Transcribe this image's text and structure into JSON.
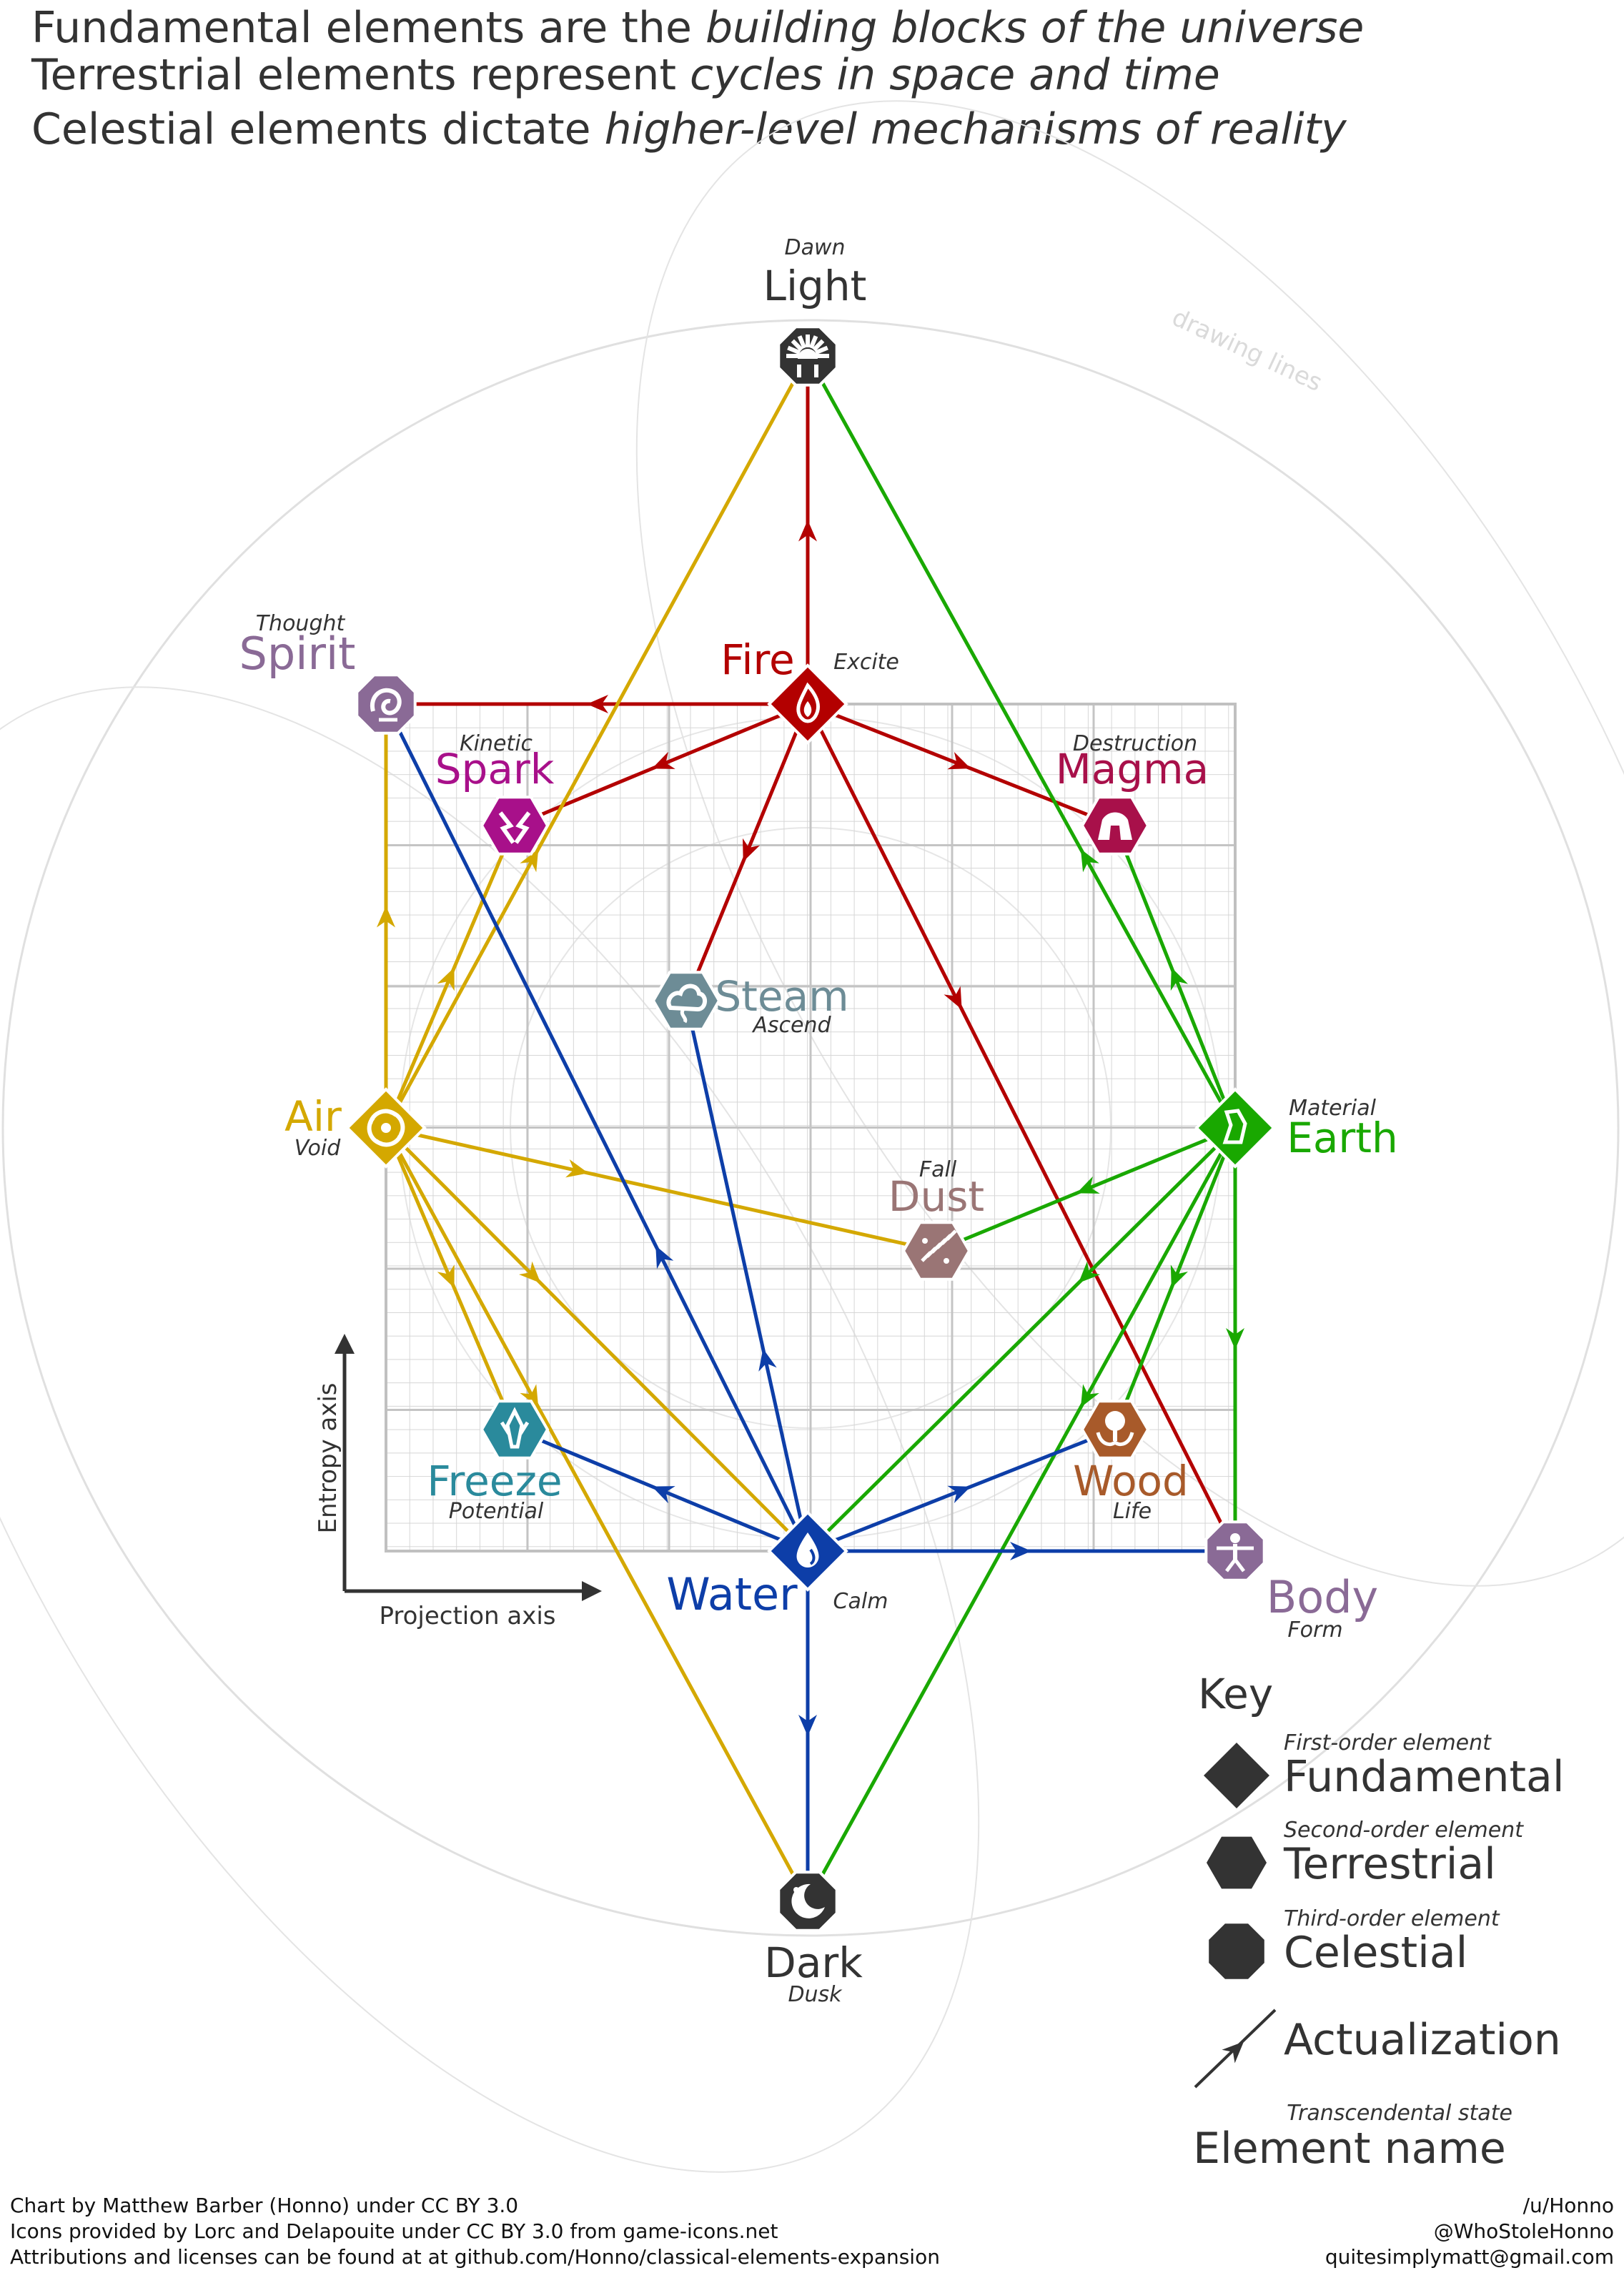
{
  "header": {
    "line1": {
      "text": "Fundamental elements are the ",
      "emph": "building blocks of the universe"
    },
    "line2": {
      "text": "Terrestrial elements represent ",
      "emph": "cycles in space and time"
    },
    "line3": {
      "text": "Celestial elements dictate ",
      "emph": "higher-level mechanisms of reality"
    }
  },
  "grid_label": "drawing lines",
  "axes": {
    "entropy": "Entropy axis",
    "projection": "Projection axis"
  },
  "colors": {
    "fire": "#b30000",
    "air": "#d4a800",
    "earth": "#19a800",
    "water": "#0d3ea8",
    "light": "#333333",
    "dark": "#333333",
    "spirit": "#8a6a96",
    "body": "#8a6a96",
    "spark": "#a8108a",
    "magma": "#a8104a",
    "steam": "#6d8c96",
    "dust": "#9a7575",
    "freeze": "#2a8a9c",
    "wood": "#a85a2a",
    "grid": "#cfcfcf",
    "text": "#333333"
  },
  "elements": [
    {
      "id": "light",
      "name": "Light",
      "state": "Dawn",
      "order": "celestial",
      "icon": "sunburst-icon"
    },
    {
      "id": "dark",
      "name": "Dark",
      "state": "Dusk",
      "order": "celestial",
      "icon": "crescent-moon-icon"
    },
    {
      "id": "spirit",
      "name": "Spirit",
      "state": "Thought",
      "order": "celestial",
      "icon": "spirit-swirl-icon"
    },
    {
      "id": "body",
      "name": "Body",
      "state": "Form",
      "order": "celestial",
      "icon": "vitruvian-man-icon"
    },
    {
      "id": "fire",
      "name": "Fire",
      "state": "Excite",
      "order": "fundamental",
      "icon": "flame-icon"
    },
    {
      "id": "air",
      "name": "Air",
      "state": "Void",
      "order": "fundamental",
      "icon": "whirlwind-icon"
    },
    {
      "id": "earth",
      "name": "Earth",
      "state": "Material",
      "order": "fundamental",
      "icon": "rock-figure-icon"
    },
    {
      "id": "water",
      "name": "Water",
      "state": "Calm",
      "order": "fundamental",
      "icon": "water-drop-icon"
    },
    {
      "id": "spark",
      "name": "Spark",
      "state": "Kinetic",
      "order": "terrestrial",
      "icon": "lightning-hands-icon"
    },
    {
      "id": "magma",
      "name": "Magma",
      "state": "Destruction",
      "order": "terrestrial",
      "icon": "lava-cave-icon"
    },
    {
      "id": "steam",
      "name": "Steam",
      "state": "Ascend",
      "order": "terrestrial",
      "icon": "steam-cloud-icon"
    },
    {
      "id": "dust",
      "name": "Dust",
      "state": "Fall",
      "order": "terrestrial",
      "icon": "dust-particles-icon"
    },
    {
      "id": "freeze",
      "name": "Freeze",
      "state": "Potential",
      "order": "terrestrial",
      "icon": "ice-crystal-icon"
    },
    {
      "id": "wood",
      "name": "Wood",
      "state": "Life",
      "order": "terrestrial",
      "icon": "tree-hands-icon"
    }
  ],
  "connections": [
    {
      "from": "fire",
      "to": "light",
      "color": "fire"
    },
    {
      "from": "fire",
      "to": "spirit",
      "color": "fire"
    },
    {
      "from": "fire",
      "to": "spark",
      "color": "fire"
    },
    {
      "from": "fire",
      "to": "magma",
      "color": "fire"
    },
    {
      "from": "fire",
      "to": "steam",
      "color": "fire"
    },
    {
      "from": "fire",
      "to": "body",
      "color": "fire"
    },
    {
      "from": "air",
      "to": "light",
      "color": "air"
    },
    {
      "from": "air",
      "to": "spirit",
      "color": "air"
    },
    {
      "from": "air",
      "to": "spark",
      "color": "air"
    },
    {
      "from": "air",
      "to": "dust",
      "color": "air"
    },
    {
      "from": "air",
      "to": "freeze",
      "color": "air"
    },
    {
      "from": "air",
      "to": "water",
      "color": "air"
    },
    {
      "from": "air",
      "to": "dark",
      "color": "air"
    },
    {
      "from": "earth",
      "to": "light",
      "color": "earth"
    },
    {
      "from": "earth",
      "to": "magma",
      "color": "earth"
    },
    {
      "from": "earth",
      "to": "dust",
      "color": "earth"
    },
    {
      "from": "earth",
      "to": "wood",
      "color": "earth"
    },
    {
      "from": "earth",
      "to": "body",
      "color": "earth"
    },
    {
      "from": "earth",
      "to": "dark",
      "color": "earth"
    },
    {
      "from": "earth",
      "to": "water",
      "color": "earth"
    },
    {
      "from": "water",
      "to": "spirit",
      "color": "water"
    },
    {
      "from": "water",
      "to": "steam",
      "color": "water"
    },
    {
      "from": "water",
      "to": "freeze",
      "color": "water"
    },
    {
      "from": "water",
      "to": "wood",
      "color": "water"
    },
    {
      "from": "water",
      "to": "body",
      "color": "water"
    },
    {
      "from": "water",
      "to": "dark",
      "color": "water"
    }
  ],
  "key": {
    "title": "Key",
    "items": [
      {
        "shape": "diamond",
        "subtitle": "First-order element",
        "label": "Fundamental"
      },
      {
        "shape": "hexagon",
        "subtitle": "Second-order element",
        "label": "Terrestrial"
      },
      {
        "shape": "octagon",
        "subtitle": "Third-order element",
        "label": "Celestial"
      },
      {
        "shape": "arrow",
        "subtitle": "",
        "label": "Actualization"
      }
    ],
    "state_subtitle": "Transcendental state",
    "state_label": "Element name"
  },
  "footer": {
    "left": [
      "Chart by Matthew Barber (Honno) under CC BY 3.0",
      "Icons provided by Lorc and Delapouite under CC BY 3.0 from game-icons.net",
      "Attributions and licenses can be found at at github.com/Honno/classical-elements-expansion"
    ],
    "right": [
      "/u/Honno",
      "@WhoStoleHonno",
      "quitesimplymatt@gmail.com"
    ]
  }
}
